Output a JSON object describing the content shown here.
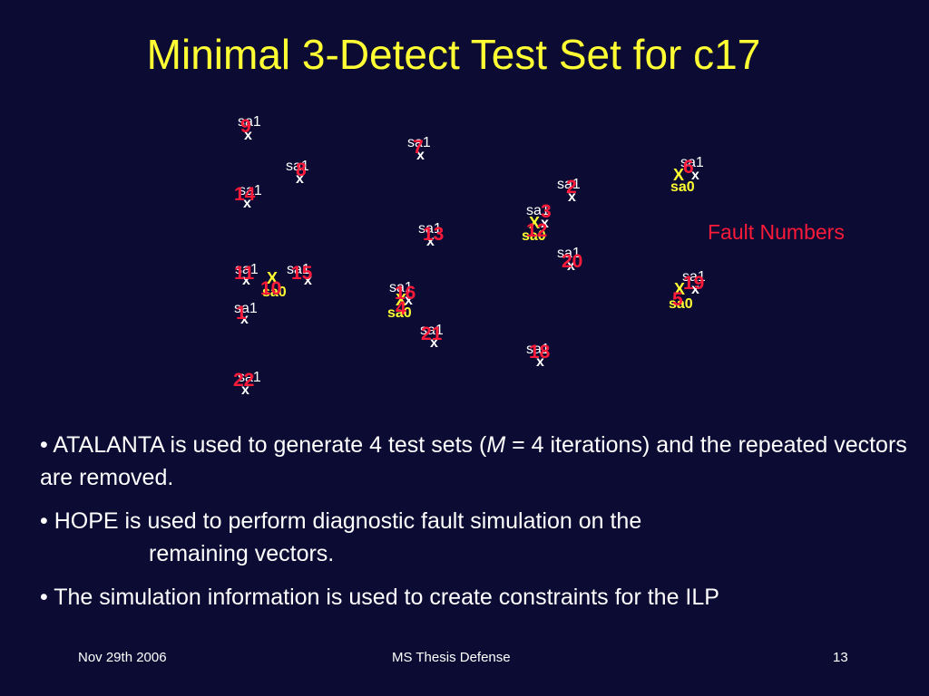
{
  "slide": {
    "title": "Minimal 3-Detect Test Set for c17",
    "legend_label": "Fault Numbers",
    "bullets": [
      {
        "text": "• ATALANTA is used to generate 4 test sets (",
        "italic": "M",
        "tail": " = 4 iterations) and the repeated  vectors are removed."
      },
      {
        "text": "• HOPE is used to perform diagnostic fault simulation on the",
        "cont": "remaining vectors."
      },
      {
        "text": "• The simulation information is used to create constraints for the ILP"
      }
    ],
    "footer": {
      "date": "Nov 29th 2006",
      "event": "MS Thesis Defense",
      "page": "13"
    }
  },
  "diagram": {
    "sa1_label": "sa1",
    "sa0_label": "sa0",
    "x_mark": "x",
    "X_mark": "X",
    "colors": {
      "sa1": "#ffffff",
      "sa0": "#ffff33",
      "fault_number": "#ff1a3a",
      "title": "#ffff33"
    },
    "faults": [
      {
        "number": "9"
      },
      {
        "number": "7"
      },
      {
        "number": "8"
      },
      {
        "number": "6"
      },
      {
        "number": "2"
      },
      {
        "number": "14"
      },
      {
        "number": "3"
      },
      {
        "number": "13"
      },
      {
        "number": "12"
      },
      {
        "number": "20"
      },
      {
        "number": "11"
      },
      {
        "number": "15"
      },
      {
        "number": "10"
      },
      {
        "number": "19"
      },
      {
        "number": "16"
      },
      {
        "number": "5"
      },
      {
        "number": "4"
      },
      {
        "number": "1"
      },
      {
        "number": "21"
      },
      {
        "number": "18"
      },
      {
        "number": "22"
      }
    ]
  }
}
